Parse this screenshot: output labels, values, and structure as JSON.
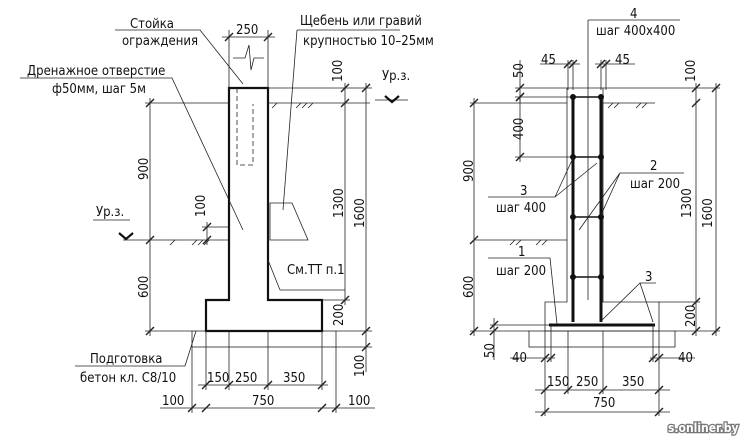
{
  "left_section": {
    "post_label": [
      "Стойка",
      "ограждения"
    ],
    "gravel_label": [
      "Щебень или гравий",
      "крупностью 10–25мм"
    ],
    "drain_label": [
      "Дренажное отверстие",
      "ф50мм, шаг 5м"
    ],
    "ground_level_right": "Ур.з.",
    "ground_level_left": "Ур.з.",
    "see_note": "См.ТТ п.1",
    "prep_label": [
      "Подготовка",
      "бетон кл. С8/10"
    ],
    "dims": {
      "stem_width": "250",
      "top_offset": "100",
      "upper_height": "900",
      "lower_height": "600",
      "gravel_height": "100",
      "stem_height": "1300",
      "total_height": "1600",
      "footing_height": "200",
      "prep_height": "100",
      "toe": "150",
      "stem": "250",
      "heel": "350",
      "prep_left": "100",
      "footing_width": "750",
      "prep_right": "100"
    }
  },
  "right_section": {
    "mark_4": "4",
    "mark_4_step": "шаг 400x400",
    "mark_3_upper": "3",
    "mark_3_upper_step": "шаг 400",
    "mark_2": "2",
    "mark_2_step": "шаг 200",
    "mark_1": "1",
    "mark_1_step": "шаг 200",
    "mark_3_lower": "3",
    "dims": {
      "cover_left": "45",
      "cover_right": "45",
      "top_cover": "50",
      "top_offset": "100",
      "tie_step": "400",
      "upper_height": "900",
      "stem_height": "1300",
      "total_height": "1600",
      "lower_height": "600",
      "footing_height": "200",
      "bottom_cover": "50",
      "end_left": "40",
      "end_right": "40",
      "toe": "150",
      "stem": "250",
      "heel": "350",
      "footing_width": "750"
    }
  },
  "watermark": "s.onliner.by"
}
